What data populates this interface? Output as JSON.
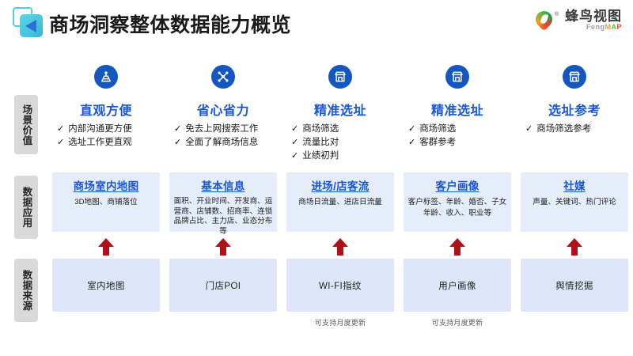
{
  "header": {
    "title": "商场洞察整体数据能力概览",
    "logo_icon": "fengmap-cube-icon",
    "brand": {
      "icon": "hummingbird-pin-icon",
      "registered_mark": "®",
      "name_cn": "蜂鸟视图",
      "name_en_parts": [
        "Feng",
        "M",
        "A",
        "P"
      ]
    }
  },
  "rails": [
    {
      "id": "scene",
      "label": "场景价值"
    },
    {
      "id": "app",
      "label": "数据应用"
    },
    {
      "id": "source",
      "label": "数据来源"
    }
  ],
  "check_glyph": "✓",
  "columns": [
    {
      "value": {
        "icon": "map-pin-location-icon",
        "title": "直观方便",
        "points": [
          "内部沟通更方便",
          "选址工作更直观"
        ]
      },
      "application": {
        "title": "商场室内地图",
        "desc": "3D地图、商铺落位"
      },
      "source": {
        "title": "室内地图",
        "note": ""
      }
    },
    {
      "value": {
        "icon": "network-nodes-icon",
        "title": "省心省力",
        "points": [
          "免去上网搜索工作",
          "全面了解商场信息"
        ]
      },
      "application": {
        "title": "基本信息",
        "desc": "面积、开业时间、开发商、运营商、店铺数、招商率、连锁品牌占比、主力店、业态分布等"
      },
      "source": {
        "title": "门店POI",
        "note": ""
      }
    },
    {
      "value": {
        "icon": "storefront-icon",
        "title": "精准选址",
        "points": [
          "商场筛选",
          "流量比对",
          "业绩初判"
        ]
      },
      "application": {
        "title": "进场/店客流",
        "desc": "商场日流量、进店日流量"
      },
      "source": {
        "title": "WI-FI指纹",
        "note": "可支持月度更新"
      }
    },
    {
      "value": {
        "icon": "storefront-icon",
        "title": "精准选址",
        "points": [
          "商场筛选",
          "客群参考"
        ]
      },
      "application": {
        "title": "客户画像",
        "desc": "客户标签、年龄、婚否、子女年龄、收入、职业等"
      },
      "source": {
        "title": "用户画像",
        "note": "可支持月度更新"
      }
    },
    {
      "value": {
        "icon": "storefront-icon",
        "title": "选址参考",
        "points": [
          "商场筛选参考"
        ]
      },
      "application": {
        "title": "社媒",
        "desc": "声量、关键词、热门评论"
      },
      "source": {
        "title": "舆情挖掘",
        "note": ""
      }
    }
  ],
  "colors": {
    "accent_blue": "#1a56d6",
    "icon_blue": "#1557c0",
    "app_box_bg": "#e5edfa",
    "source_box_bg": "#dce6f8",
    "arrow_red": "#b01217",
    "rail_bg": "#d9d9d9"
  }
}
